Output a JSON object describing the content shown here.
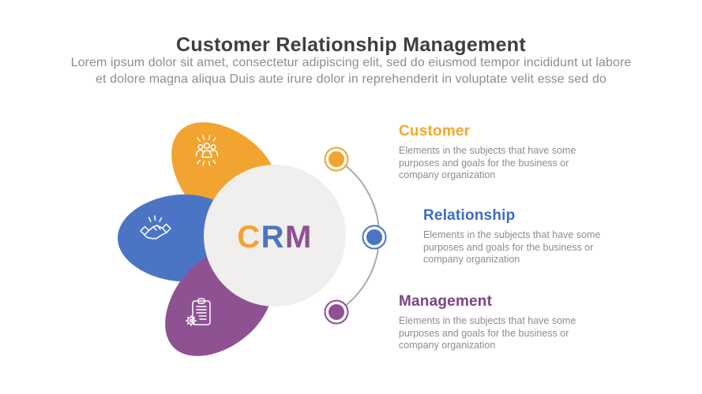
{
  "header": {
    "title": "Customer Relationship Management",
    "subtitle_lines": [
      "Lorem ipsum dolor sit amet, consectetur adipiscing elit, sed do eiusmod tempor incididunt ut labore",
      "et dolore magna aliqua Duis aute irure dolor in reprehenderit in voluptate velit esse sed do"
    ]
  },
  "colors": {
    "orange": "#F1A42F",
    "blue": "#4B75C4",
    "purple": "#8E5192",
    "circle": "#F0EFED",
    "arc": "#ABABAB",
    "title": "#3E3E3E",
    "body": "#8D8D8D"
  },
  "crm": {
    "c": "C",
    "r": "R",
    "m": "M"
  },
  "sections": [
    {
      "label": "Customer",
      "color": "#F5A728",
      "icon": "people-group-icon",
      "description": "Elements in the subjects that have some purposes and goals for the business or company organization"
    },
    {
      "label": "Relationship",
      "color": "#3D6CC5",
      "icon": "handshake-icon",
      "description": "Elements in the subjects that have some purposes and goals for the business or company organization"
    },
    {
      "label": "Management",
      "color": "#7E4088",
      "icon": "clipboard-gear-icon",
      "description": "Elements in the subjects that have some purposes and goals for the business or company organization"
    }
  ]
}
